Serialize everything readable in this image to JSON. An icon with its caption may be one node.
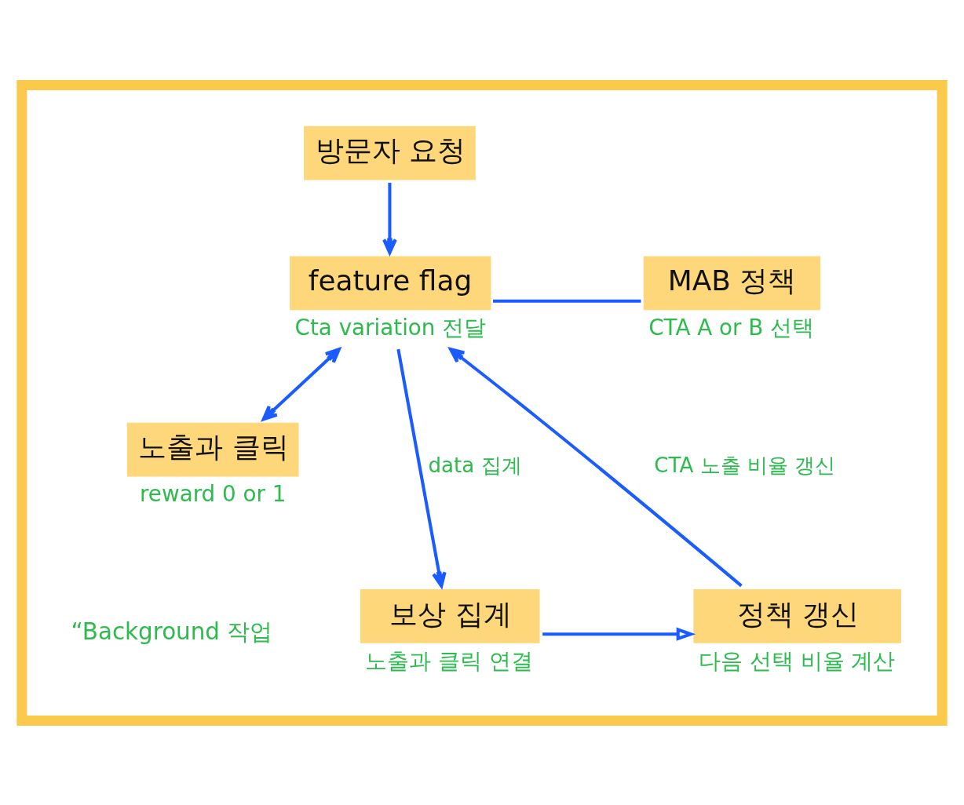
{
  "diagram": {
    "nodes": [
      {
        "text": [],
        "shape": "box"
      },
      {
        "text": [
          "방문자 요청"
        ],
        "in": 0
      },
      {
        "text": [
          "feature flag"
        ],
        "beside": [
          "Cta variation 전달"
        ],
        "in": 0
      },
      {
        "text": [
          "MAB 정책"
        ],
        "beside": [
          "CTA A or B 선택"
        ],
        "in": 0
      },
      {
        "text": [
          "노출과 클릭"
        ],
        "beside": [
          "reward 0 or 1"
        ],
        "in": 0
      },
      {
        "text": [
          "보상 집계"
        ],
        "beside": [
          "노출과 클릭 연결"
        ],
        "in": 0
      },
      {
        "text": [
          "정책 갱신"
        ],
        "beside": [
          "다음 선택 비율 계산"
        ],
        "in": 0
      }
    ],
    "edges": [
      {
        "from": 1,
        "to": 2,
        "arrow": "to"
      },
      {
        "from": 2,
        "to": 4,
        "arrow": "both"
      },
      {
        "from": 2,
        "to": 3,
        "arrow": "none"
      },
      {
        "from": 2,
        "to": 5,
        "arrow": "to",
        "label": "data 집계"
      },
      {
        "from": 5,
        "to": 6,
        "arrow": "to"
      },
      {
        "from": 6,
        "to": 2,
        "arrow": "to",
        "label": "CTA 노출 비율 갱신"
      }
    ],
    "labels": [
      "“Background 작업"
    ]
  }
}
